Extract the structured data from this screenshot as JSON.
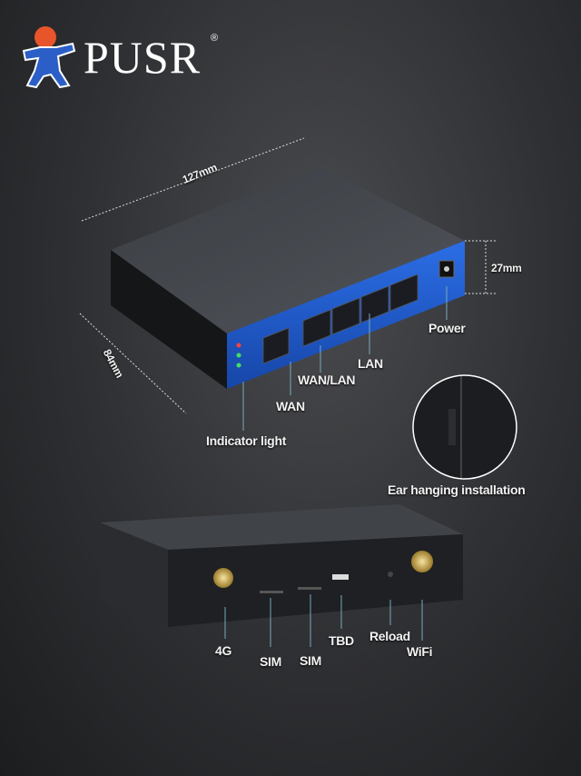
{
  "brand": {
    "name": "PUSR",
    "registered_mark": "®",
    "colors": {
      "head": "#e8552a",
      "body": "#2b5fc7"
    }
  },
  "top_device": {
    "dimensions": {
      "length": "127mm",
      "depth": "84mm",
      "height": "27mm"
    },
    "labels": {
      "power": "Power",
      "lan": "LAN",
      "wan_lan": "WAN/LAN",
      "wan": "WAN",
      "indicator": "Indicator light"
    },
    "panel_color": "#1f5fd6",
    "inset_label": "Ear hanging installation"
  },
  "bottom_device": {
    "labels": {
      "g4": "4G",
      "sim1": "SIM",
      "sim2": "SIM",
      "tbd": "TBD",
      "reload": "Reload",
      "wifi": "WiFi"
    }
  }
}
